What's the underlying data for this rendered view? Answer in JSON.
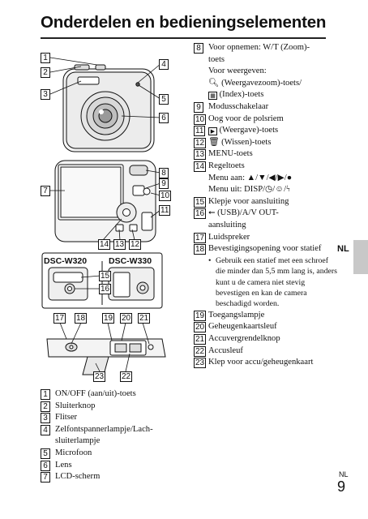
{
  "page": {
    "title": "Onderdelen en bedieningselementen",
    "lang_tab": "NL",
    "footer_lang": "NL",
    "page_number": "9"
  },
  "figure": {
    "variant_left": "DSC-W320",
    "variant_right": "DSC-W330",
    "callouts": [
      "1",
      "2",
      "3",
      "4",
      "5",
      "6",
      "7",
      "8",
      "9",
      "10",
      "11",
      "12",
      "13",
      "14",
      "15",
      "16",
      "17",
      "18",
      "19",
      "20",
      "21",
      "22",
      "23"
    ]
  },
  "left_list": [
    {
      "num": "1",
      "text": "ON/OFF (aan/uit)-toets"
    },
    {
      "num": "2",
      "text": "Sluiterknop"
    },
    {
      "num": "3",
      "text": "Flitser"
    },
    {
      "num": "4",
      "text": "Zelfontspannerlampje/Lach-",
      "text2": "sluiterlampje"
    },
    {
      "num": "5",
      "text": "Microfoon"
    },
    {
      "num": "6",
      "text": "Lens"
    },
    {
      "num": "7",
      "text": "LCD-scherm"
    }
  ],
  "right_list": {
    "i8": {
      "num": "8",
      "l1": "Voor opnemen: W/T (Zoom)-",
      "l2": "toets",
      "l3": "Voor weergeven:",
      "l4": "(Weergavezoom)-toets/",
      "l5": "(Index)-toets"
    },
    "i9": {
      "num": "9",
      "text": "Modusschakelaar"
    },
    "i10": {
      "num": "10",
      "text": "Oog voor de polsriem"
    },
    "i11": {
      "num": "11",
      "text": "(Weergave)-toets"
    },
    "i12": {
      "num": "12",
      "text": "(Wissen)-toets"
    },
    "i13": {
      "num": "13",
      "text": "MENU-toets"
    },
    "i14": {
      "num": "14",
      "l1": "Regeltoets",
      "l2": "Menu aan: ▲/▼/◀/▶/●",
      "l3": "Menu uit: DISP/",
      "l3b": "/",
      "l3c": "/"
    },
    "i15": {
      "num": "15",
      "text": "Klepje voor aansluiting"
    },
    "i16": {
      "num": "16",
      "l1": "(USB)/A/V OUT-",
      "l2": "aansluiting"
    },
    "i17": {
      "num": "17",
      "text": "Luidspreker"
    },
    "i18": {
      "num": "18",
      "text": "Bevestigingsopening voor statief",
      "bullet": "Gebruik een statief met een schroef die minder dan 5,5 mm lang is, anders kunt u de camera niet stevig bevestigen en kan de camera beschadigd worden."
    },
    "i19": {
      "num": "19",
      "text": "Toegangslampje"
    },
    "i20": {
      "num": "20",
      "text": "Geheugenkaartsleuf"
    },
    "i21": {
      "num": "21",
      "text": "Accuvergrendelknop"
    },
    "i22": {
      "num": "22",
      "text": "Accusleuf"
    },
    "i23": {
      "num": "23",
      "text": "Klep voor accu/geheugenkaart"
    }
  }
}
